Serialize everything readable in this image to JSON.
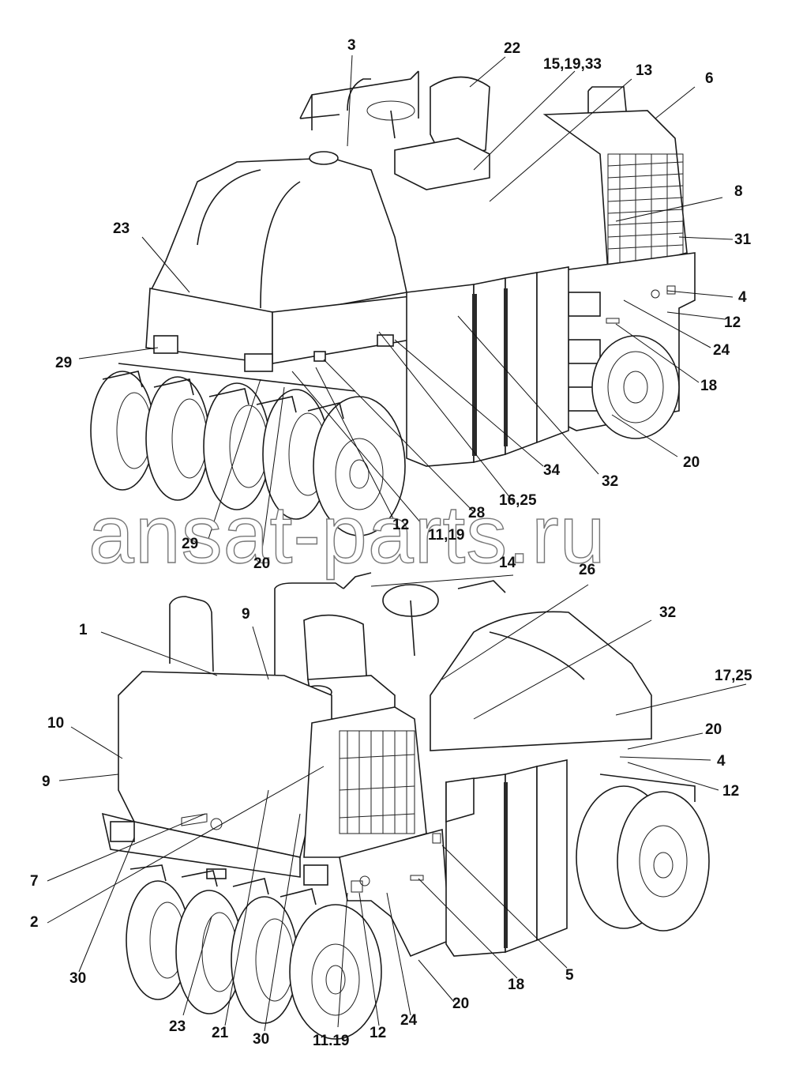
{
  "watermark": "ansat-parts.ru",
  "top_view_labels": [
    "3",
    "22",
    "15,19,33",
    "13",
    "6",
    "8",
    "31",
    "23",
    "4",
    "12",
    "24",
    "29",
    "18",
    "20",
    "34",
    "32",
    "16,25",
    "28",
    "12",
    "11,19",
    "29",
    "20"
  ],
  "bottom_view_labels": [
    "14",
    "26",
    "32",
    "1",
    "9",
    "17,25",
    "10",
    "20",
    "4",
    "9",
    "12",
    "7",
    "2",
    "5",
    "30",
    "18",
    "20",
    "23",
    "21",
    "30",
    "11.19",
    "12",
    "24"
  ]
}
